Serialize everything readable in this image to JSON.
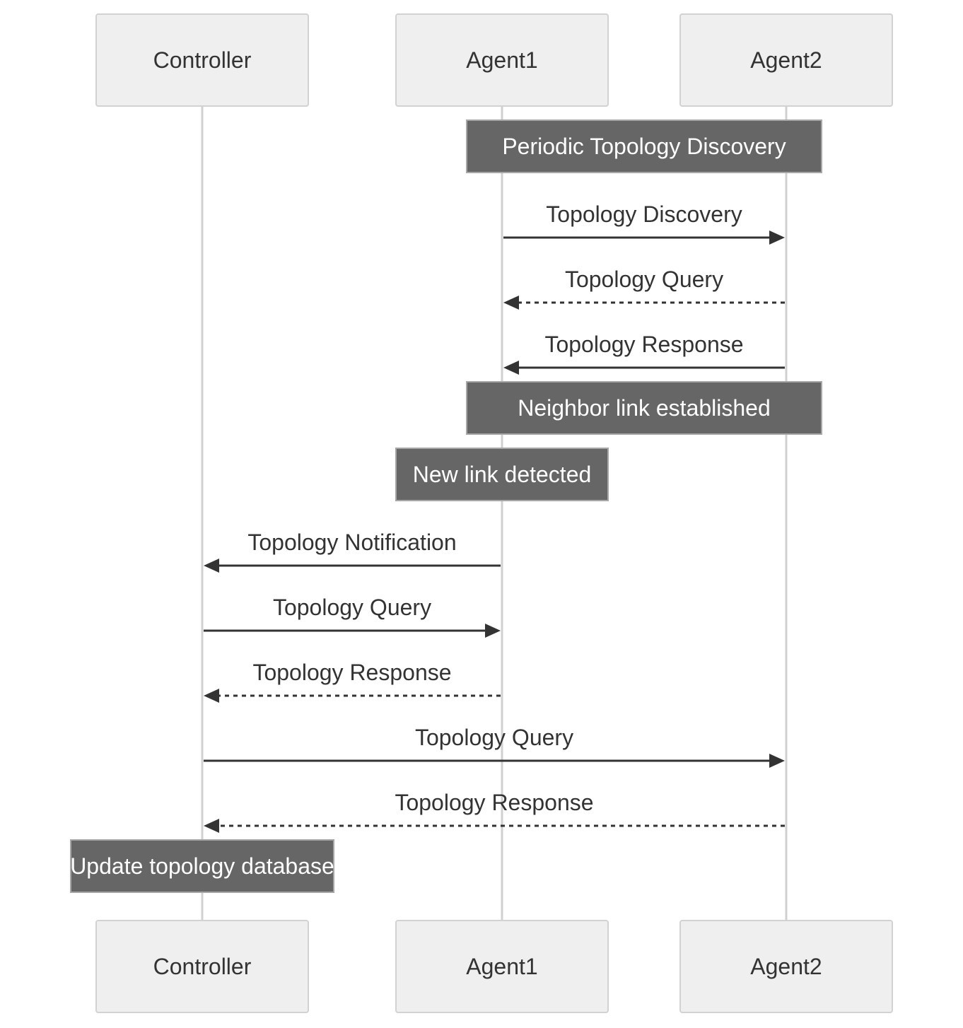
{
  "diagram": {
    "type": "sequence",
    "colors": {
      "actor_fill": "#efefef",
      "actor_stroke": "#d2d2d2",
      "note_fill": "#666666",
      "note_text": "#ffffff",
      "line": "#333333",
      "lifeline": "#d0d0d0"
    },
    "actors": [
      {
        "id": "controller",
        "label": "Controller"
      },
      {
        "id": "agent1",
        "label": "Agent1"
      },
      {
        "id": "agent2",
        "label": "Agent2"
      }
    ],
    "steps": [
      {
        "kind": "note",
        "text": "Periodic Topology Discovery",
        "over": [
          "agent1",
          "agent2"
        ]
      },
      {
        "kind": "message",
        "text": "Topology Discovery",
        "from": "agent1",
        "to": "agent2",
        "style": "solid"
      },
      {
        "kind": "message",
        "text": "Topology Query",
        "from": "agent2",
        "to": "agent1",
        "style": "dashed"
      },
      {
        "kind": "message",
        "text": "Topology Response",
        "from": "agent2",
        "to": "agent1",
        "style": "solid"
      },
      {
        "kind": "note",
        "text": "Neighbor link established",
        "over": [
          "agent1",
          "agent2"
        ]
      },
      {
        "kind": "note",
        "text": "New link detected",
        "over": [
          "agent1"
        ]
      },
      {
        "kind": "message",
        "text": "Topology Notification",
        "from": "agent1",
        "to": "controller",
        "style": "solid"
      },
      {
        "kind": "message",
        "text": "Topology Query",
        "from": "controller",
        "to": "agent1",
        "style": "solid"
      },
      {
        "kind": "message",
        "text": "Topology Response",
        "from": "agent1",
        "to": "controller",
        "style": "dashed"
      },
      {
        "kind": "message",
        "text": "Topology Query",
        "from": "controller",
        "to": "agent2",
        "style": "solid"
      },
      {
        "kind": "message",
        "text": "Topology Response",
        "from": "agent2",
        "to": "controller",
        "style": "dashed"
      },
      {
        "kind": "note",
        "text": "Update topology database",
        "over": [
          "controller"
        ]
      }
    ]
  }
}
